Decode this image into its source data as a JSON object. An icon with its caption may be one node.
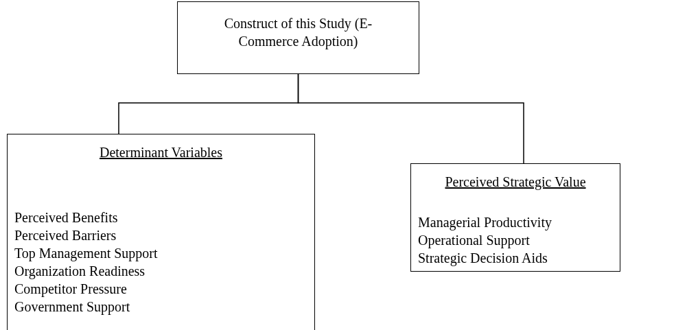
{
  "diagram": {
    "nodes": [
      {
        "text": [
          "Construct of this Study (E-Commerce Adoption)"
        ]
      },
      {
        "text": [
          "Determinant Variables",
          "Perceived Benefits",
          "Perceived Barriers",
          "Top Management Support",
          "Organization Readiness",
          "Competitor Pressure",
          "Government Support"
        ]
      },
      {
        "text": [
          "Perceived Strategic Value",
          "Managerial Productivity",
          "Operational Support",
          "Strategic Decision Aids"
        ]
      }
    ],
    "edges": [
      {
        "from": 0,
        "to": 1,
        "arrow": "none"
      },
      {
        "from": 0,
        "to": 2,
        "arrow": "none"
      }
    ]
  }
}
